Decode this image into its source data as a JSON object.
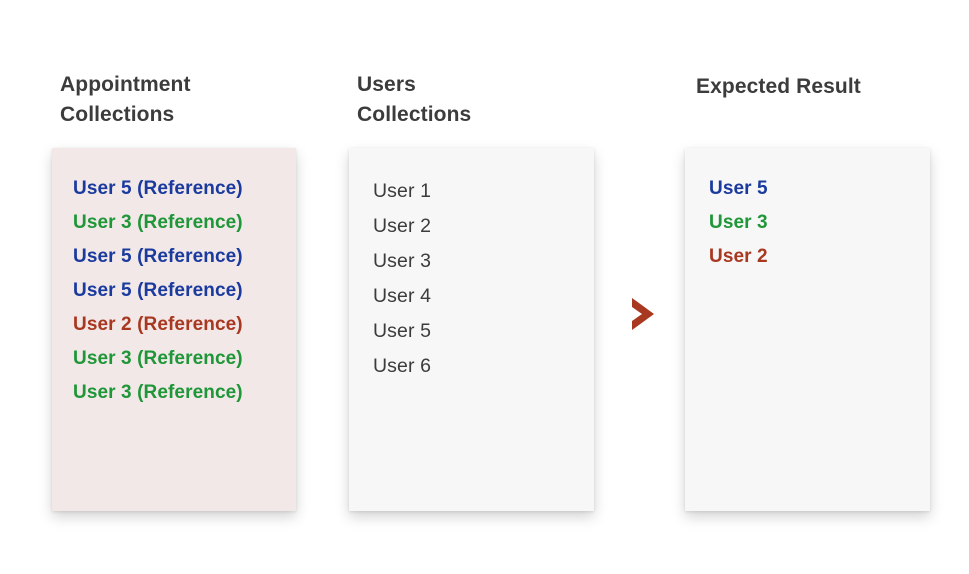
{
  "palette": {
    "blue": "#1a3a9e",
    "green": "#1f9638",
    "red": "#a83820",
    "gray": "#3c3c3c",
    "card_pink": "#f2e8e8",
    "card_gray": "#f7f7f7",
    "background": "#ffffff"
  },
  "columns": [
    {
      "heading": "Appointment\nCollections",
      "card_style": "pink",
      "items": [
        {
          "label": "User 5 (Reference)",
          "color": "blue"
        },
        {
          "label": "User 3 (Reference)",
          "color": "green"
        },
        {
          "label": "User 5 (Reference)",
          "color": "blue"
        },
        {
          "label": "User 5 (Reference)",
          "color": "blue"
        },
        {
          "label": "User 2 (Reference)",
          "color": "red"
        },
        {
          "label": "User 3 (Reference)",
          "color": "green"
        },
        {
          "label": "User 3 (Reference)",
          "color": "green"
        }
      ]
    },
    {
      "heading": "Users\nCollections",
      "card_style": "gray",
      "items": [
        {
          "label": "User 1",
          "color": "gray"
        },
        {
          "label": "User 2",
          "color": "gray"
        },
        {
          "label": "User 3",
          "color": "gray"
        },
        {
          "label": "User 4",
          "color": "gray"
        },
        {
          "label": "User 5",
          "color": "gray"
        },
        {
          "label": "User 6",
          "color": "gray"
        }
      ]
    },
    {
      "heading": "Expected Result",
      "card_style": "gray",
      "items": [
        {
          "label": "User 5",
          "color": "blue"
        },
        {
          "label": "User 3",
          "color": "green"
        },
        {
          "label": "User 2",
          "color": "red"
        }
      ]
    }
  ],
  "arrow": {
    "glyph": ">",
    "icon_name": "chevron-right-icon",
    "color": "#a83820"
  }
}
